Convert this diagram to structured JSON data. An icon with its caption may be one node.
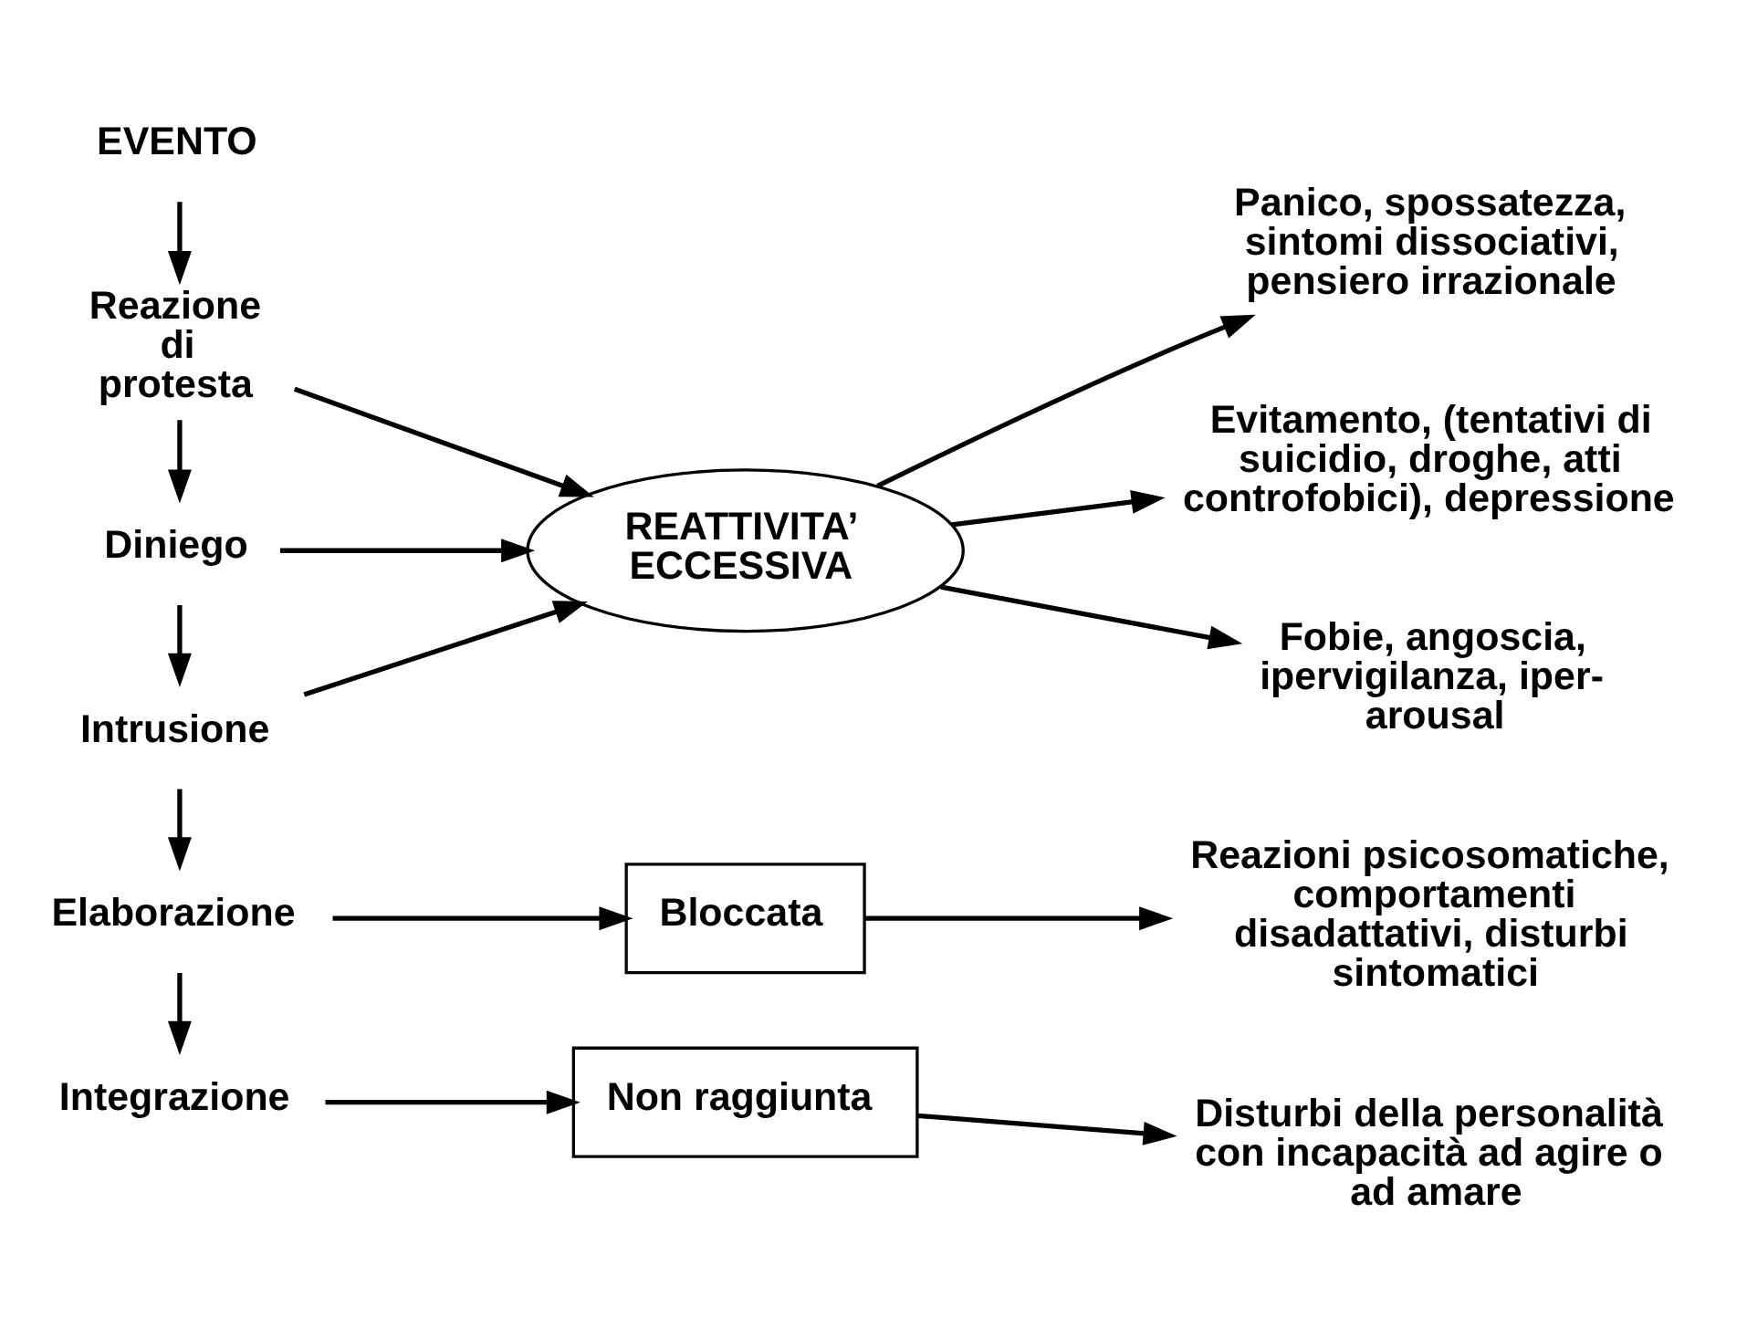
{
  "diagram": {
    "nodes": [
      {
        "text": [
          "EVENTO"
        ]
      },
      {
        "text": [
          "Reazione di protesta"
        ]
      },
      {
        "text": [
          "Diniego"
        ]
      },
      {
        "text": [
          "Intrusione"
        ]
      },
      {
        "text": [
          "Elaborazione"
        ]
      },
      {
        "text": [
          "Integrazione"
        ]
      },
      {
        "text": [
          "REATTIVITA’ ECCESSIVA"
        ]
      },
      {
        "text": [
          "Panico, spossatezza, sintomi dissociativi, pensiero irrazionale"
        ]
      },
      {
        "text": [
          "Evitamento, (tentativi di suicidio, droghe, atti controfobici), depressione"
        ]
      },
      {
        "text": [
          "Fobie, angoscia, ipervigilanza, iper- arousal"
        ]
      },
      {
        "text": [
          "Bloccata"
        ]
      },
      {
        "text": [
          "Reazioni psicosomatiche, comportamenti disadattativi, disturbi sintomatici"
        ]
      },
      {
        "text": [
          "Non raggiunta"
        ]
      },
      {
        "text": [
          "Disturbi della personalità con incapacità ad agire o ad amare"
        ]
      }
    ],
    "edges": [
      {
        "from": 0,
        "to": 1,
        "arrow": "to"
      },
      {
        "from": 1,
        "to": 2,
        "arrow": "to"
      },
      {
        "from": 2,
        "to": 3,
        "arrow": "to"
      },
      {
        "from": 3,
        "to": 4,
        "arrow": "to"
      },
      {
        "from": 4,
        "to": 5,
        "arrow": "to"
      },
      {
        "from": 1,
        "to": 6,
        "arrow": "to"
      },
      {
        "from": 2,
        "to": 6,
        "arrow": "to"
      },
      {
        "from": 3,
        "to": 6,
        "arrow": "to"
      },
      {
        "from": 6,
        "to": 7,
        "arrow": "to"
      },
      {
        "from": 6,
        "to": 8,
        "arrow": "to"
      },
      {
        "from": 6,
        "to": 9,
        "arrow": "to"
      },
      {
        "from": 4,
        "to": 10,
        "arrow": "to"
      },
      {
        "from": 10,
        "to": 11,
        "arrow": "to"
      },
      {
        "from": 5,
        "to": 12,
        "arrow": "to"
      },
      {
        "from": 12,
        "to": 13,
        "arrow": "to"
      }
    ]
  }
}
